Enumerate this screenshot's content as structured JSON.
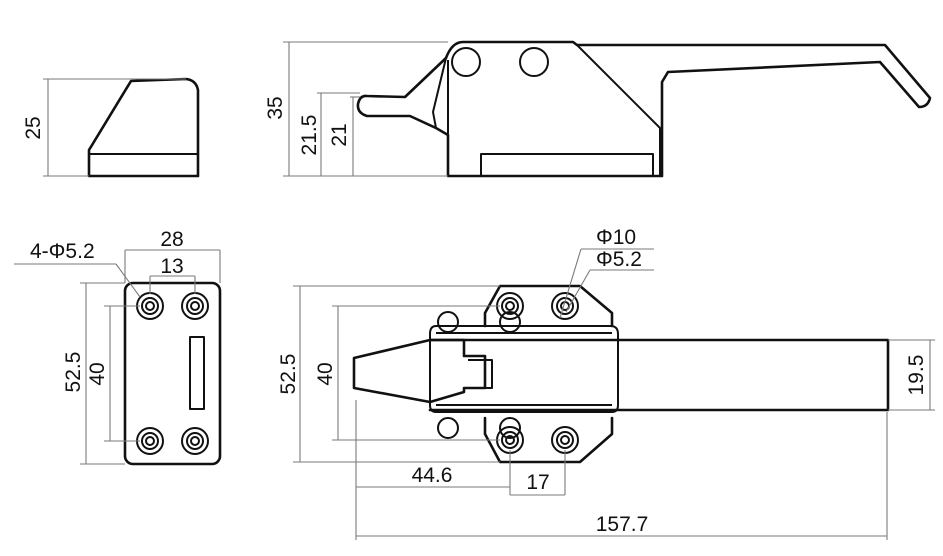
{
  "drawing": {
    "dimensions": {
      "keeper_height": "25",
      "latch_height": "35",
      "latch_step_outer": "21.5",
      "latch_step_inner": "21",
      "keeper_holes": "4-Φ5.2",
      "keeper_width": "28",
      "keeper_hole_spacing_x": "13",
      "keeper_length": "52.5",
      "keeper_hole_spacing_y": "40",
      "pin_diameter": "Φ10",
      "hole_diameter": "Φ5.2",
      "base_length": "52.5",
      "base_hole_spacing": "40",
      "handle_width": "19.5",
      "hole_offset": "44.6",
      "hole_pitch": "17",
      "overall_length": "157.7"
    }
  }
}
